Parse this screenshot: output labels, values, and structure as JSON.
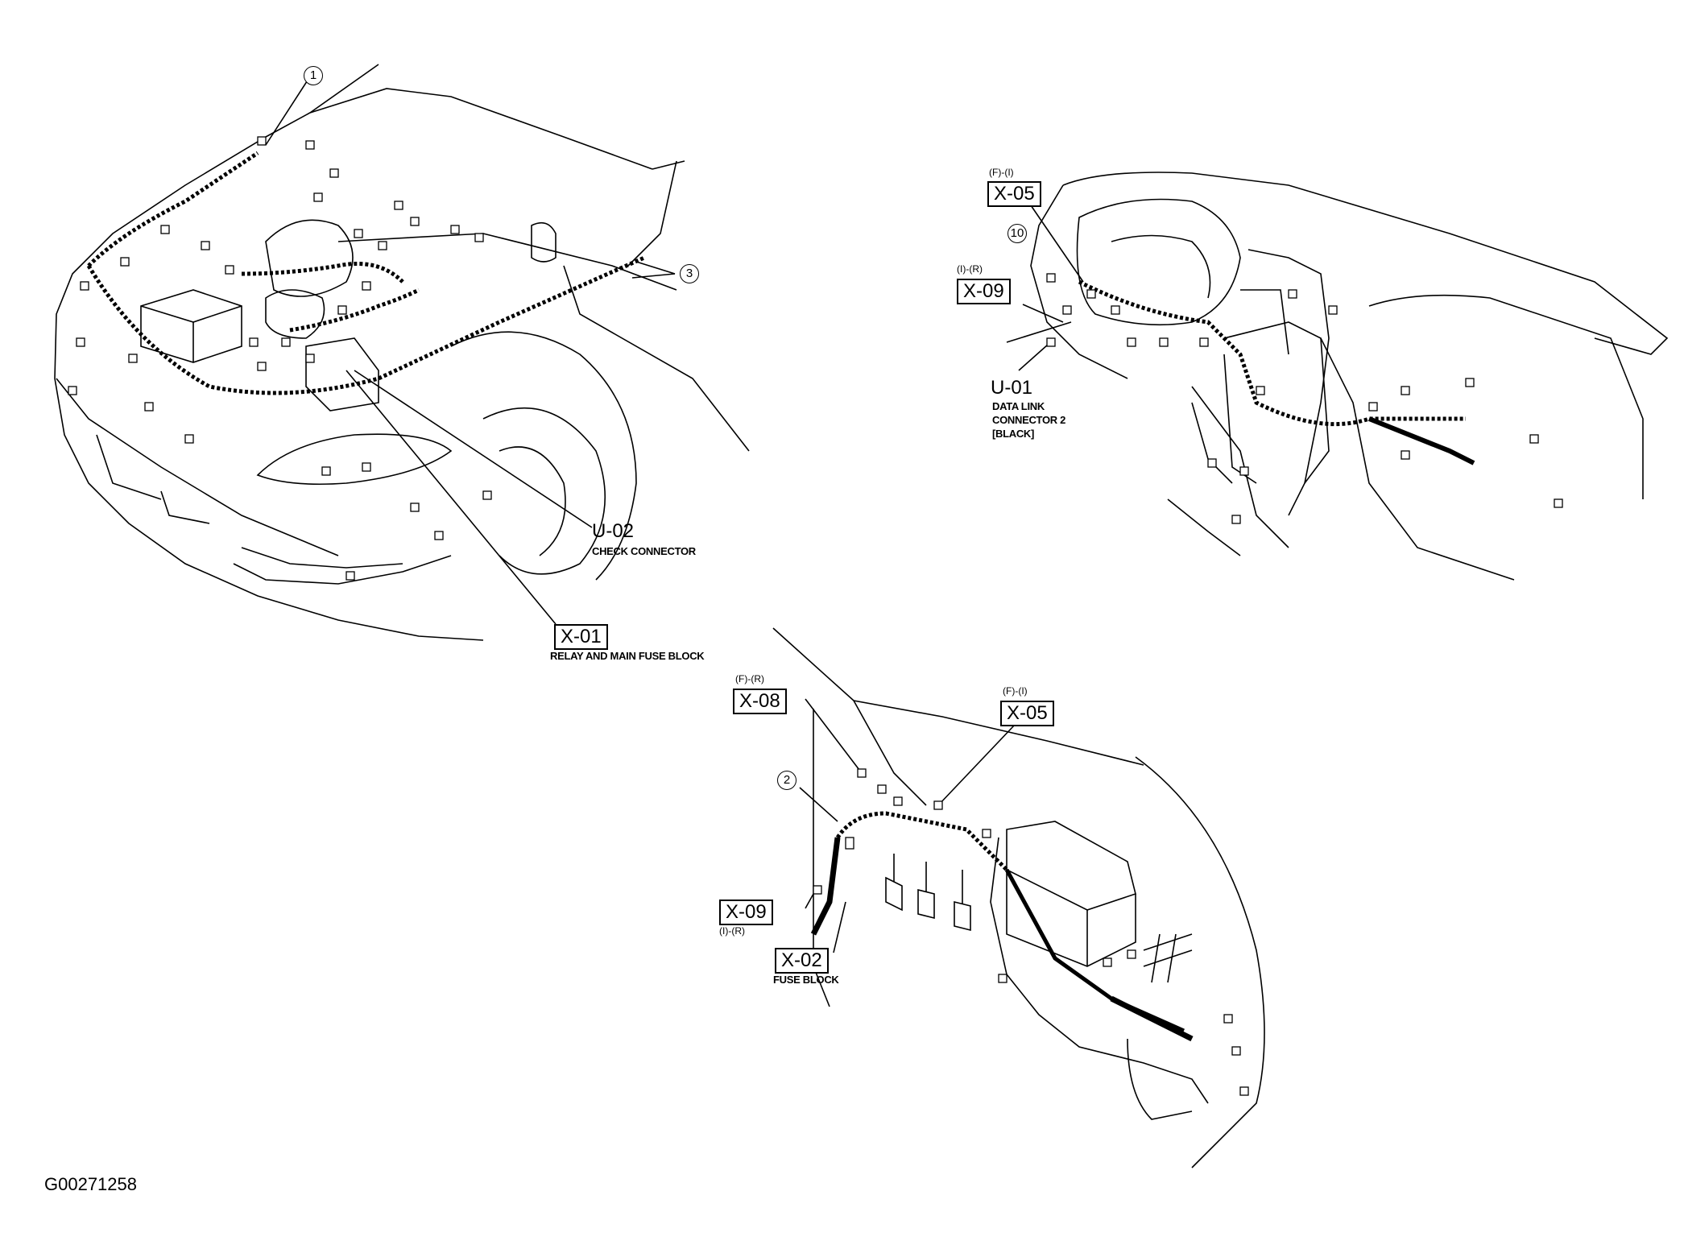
{
  "callouts": {
    "c1": "1",
    "c2": "2",
    "c3": "3",
    "c10": "10"
  },
  "engine_view": {
    "u02": {
      "code": "U-02",
      "caption": "CHECK CONNECTOR"
    },
    "x01": {
      "code": "X-01",
      "caption": "RELAY AND MAIN FUSE BLOCK"
    }
  },
  "dash_view": {
    "x05": {
      "code": "X-05",
      "position": "(F)-(I)"
    },
    "x09": {
      "code": "X-09",
      "position": "(I)-(R)"
    },
    "u01": {
      "code": "U-01",
      "caption_lines": [
        "DATA LINK",
        "CONNECTOR 2",
        "[BLACK]"
      ]
    }
  },
  "footwell_view": {
    "x08": {
      "code": "X-08",
      "position": "(F)-(R)"
    },
    "x05": {
      "code": "X-05",
      "position": "(F)-(I)"
    },
    "x09": {
      "code": "X-09",
      "position": "(I)-(R)"
    },
    "x02": {
      "code": "X-02",
      "caption": "FUSE BLOCK"
    }
  },
  "figure_id": "G00271258"
}
